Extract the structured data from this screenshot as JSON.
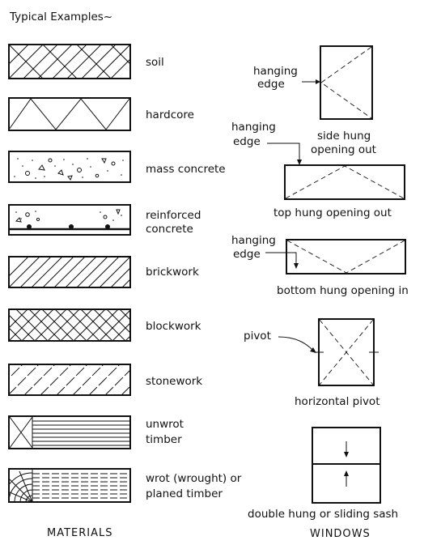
{
  "title": "Typical Examples~",
  "materials": {
    "heading": "MATERIALS",
    "items": [
      {
        "id": "soil",
        "lines": [
          "soil"
        ]
      },
      {
        "id": "hardcore",
        "lines": [
          "hardcore"
        ]
      },
      {
        "id": "mass-concrete",
        "lines": [
          "mass concrete"
        ]
      },
      {
        "id": "reinforced-concrete",
        "lines": [
          "reinforced",
          "concrete"
        ]
      },
      {
        "id": "brickwork",
        "lines": [
          "brickwork"
        ]
      },
      {
        "id": "blockwork",
        "lines": [
          "blockwork"
        ]
      },
      {
        "id": "stonework",
        "lines": [
          "stonework"
        ]
      },
      {
        "id": "unwrot-timber",
        "lines": [
          "unwrot",
          "timber"
        ]
      },
      {
        "id": "wrot-timber",
        "lines": [
          "wrot (wrought) or",
          "planed timber"
        ]
      }
    ]
  },
  "windows": {
    "heading": "WINDOWS",
    "side_hung": {
      "callout": [
        "hanging",
        "edge"
      ],
      "caption": [
        "side hung",
        "opening out"
      ]
    },
    "top_hung": {
      "callout": [
        "hanging",
        "edge"
      ],
      "caption": [
        "top hung   opening out"
      ]
    },
    "bottom_hung": {
      "callout": [
        "hanging",
        "edge"
      ],
      "caption": [
        "bottom hung opening in"
      ]
    },
    "horizontal_pivot": {
      "callout": [
        "pivot"
      ],
      "caption": [
        "horizontal pivot"
      ]
    },
    "sliding_sash": {
      "caption": [
        "double hung or sliding sash"
      ]
    }
  }
}
